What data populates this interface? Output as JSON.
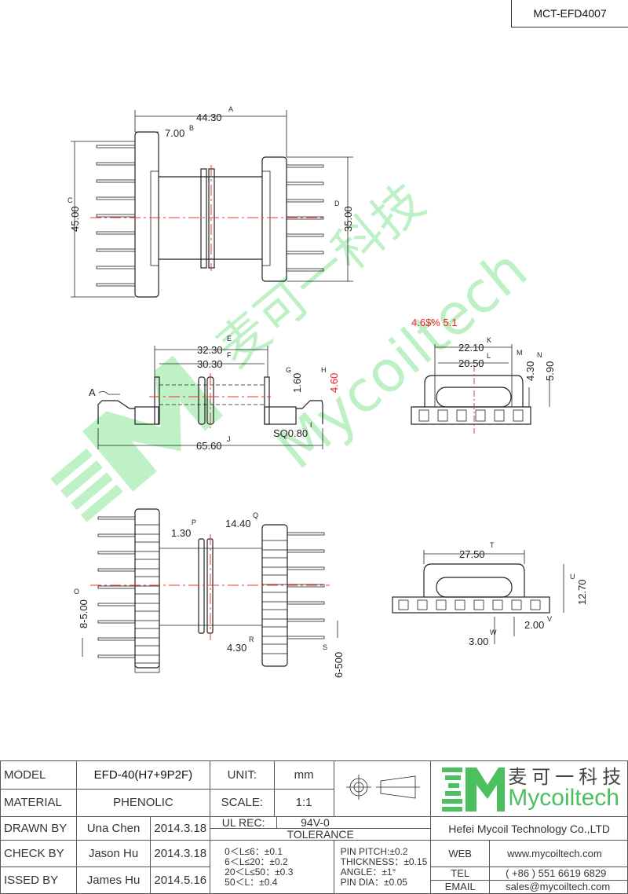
{
  "drawing_number": "MCT-EFD4007",
  "watermark": {
    "cn": "麦可一科技",
    "en": "Mycoiltech"
  },
  "dimensions": {
    "A": "44.30",
    "B": "7.00",
    "C": "45.00",
    "D": "35.00",
    "E": "32.30",
    "F": "30.30",
    "G": "1.60",
    "H": "4.60",
    "I": "SQ0.80",
    "J": "65.60",
    "K": "22.10",
    "L": "20.50",
    "M": "4.30",
    "N": "5.90",
    "O": "8-5.00",
    "P": "1.30",
    "Q": "14.40",
    "R": "4.30",
    "S": "6-500",
    "T": "27.50",
    "U": "12.70",
    "V": "2.00",
    "W": "3.00"
  },
  "markers": [
    "A",
    "B",
    "C",
    "D",
    "E",
    "F",
    "G",
    "H",
    "I",
    "J",
    "K",
    "L",
    "M",
    "N",
    "O",
    "P",
    "Q",
    "R",
    "S",
    "T",
    "U",
    "V",
    "W"
  ],
  "view_label": "A",
  "red_note": "4.6$%  5.1",
  "title_block": {
    "model_label": "MODEL",
    "model": "EFD-40(H7+9P2F)",
    "unit_label": "UNIT:",
    "unit": "mm",
    "material_label": "MATERIAL",
    "material": "PHENOLIC",
    "scale_label": "SCALE:",
    "scale": "1:1",
    "drawn_label": "DRAWN BY",
    "drawn_by": "Una Chen",
    "drawn_date": "2014.3.18",
    "check_label": "CHECK BY",
    "check_by": "Jason Hu",
    "check_date": "2014.3.18",
    "issued_label": "ISSED BY",
    "issued_by": "James Hu",
    "issued_date": "2014.5.16",
    "ul_label": "UL REC:",
    "ul": "94V-0",
    "tolerance_label": "TOLERANCE",
    "tolerances": [
      "0＜L≤6：±0.1",
      "6＜L≤20：±0.2",
      "20＜L≤50：±0.3",
      "50＜L：±0.4"
    ],
    "tolerances2": [
      "PIN PITCH:±0.2",
      "THICKNESS：±0.15",
      "ANGLE：±1°",
      "PIN DIA：±0.05"
    ]
  },
  "company": {
    "logo_cn": "麦可一科技",
    "logo_en": "Mycoiltech",
    "name": "Hefei Mycoil Technology Co.,LTD",
    "web_label": "WEB",
    "web": "www.mycoiltech.com",
    "tel_label": "TEL",
    "tel": "( +86 ) 551 6619 6829",
    "email_label": "EMAIL",
    "email": "sales@mycoiltech.com"
  },
  "colors": {
    "brand": "#4cbf5f",
    "centerline": "#e33"
  }
}
